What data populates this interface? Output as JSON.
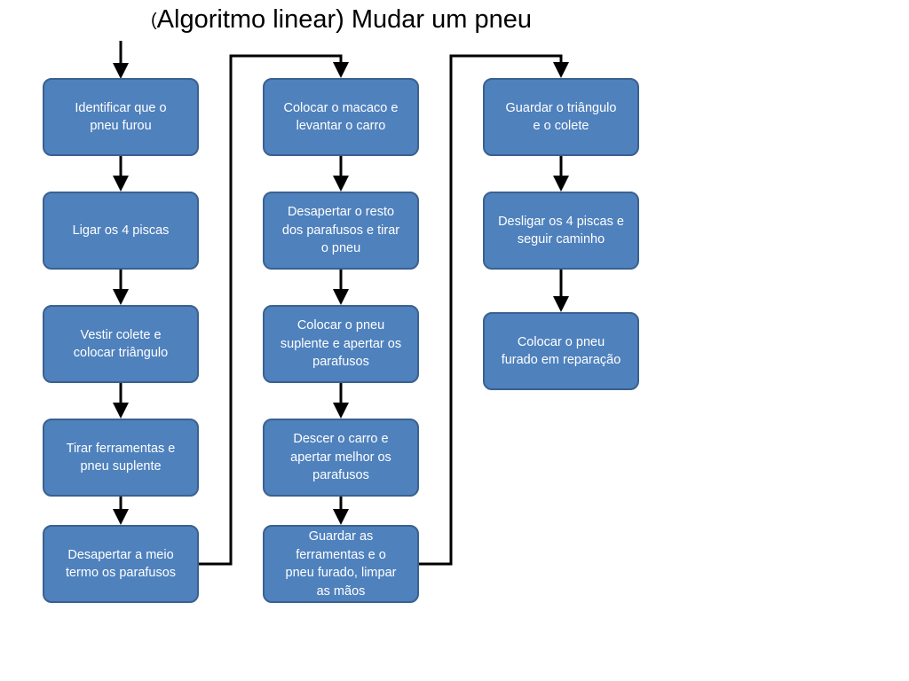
{
  "title": {
    "paren": "(",
    "main": "Algoritmo linear) Mudar um pneu"
  },
  "columns": [
    {
      "steps": [
        {
          "text": "Identificar que  o\npneu furou"
        },
        {
          "text": "Ligar os 4 piscas"
        },
        {
          "text": "Vestir colete e\ncolocar triângulo"
        },
        {
          "text": "Tirar ferramentas e\npneu  suplente"
        },
        {
          "text": "Desapertar a meio\ntermo  os parafusos"
        }
      ]
    },
    {
      "steps": [
        {
          "text": "Colocar o macaco e\nlevantar o carro"
        },
        {
          "text": "Desapertar o resto\ndos parafusos e tirar\no pneu"
        },
        {
          "text": "Colocar o pneu\nsuplente e apertar os\nparafusos"
        },
        {
          "text": "Descer o carro e\napertar melhor os\nparafusos"
        },
        {
          "text": "Guardar as\nferramentas e o\npneu furado, limpar\nas mãos"
        }
      ]
    },
    {
      "steps": [
        {
          "text": "Guardar o triângulo\ne o colete"
        },
        {
          "text": "Desligar os 4 piscas e\nseguir caminho"
        },
        {
          "text": "Colocar o pneu\nfurado em reparação"
        }
      ]
    }
  ],
  "colors": {
    "box_fill": "#4f81bd",
    "box_border": "#3a6190",
    "box_text": "#ffffff",
    "arrow": "#000000"
  }
}
